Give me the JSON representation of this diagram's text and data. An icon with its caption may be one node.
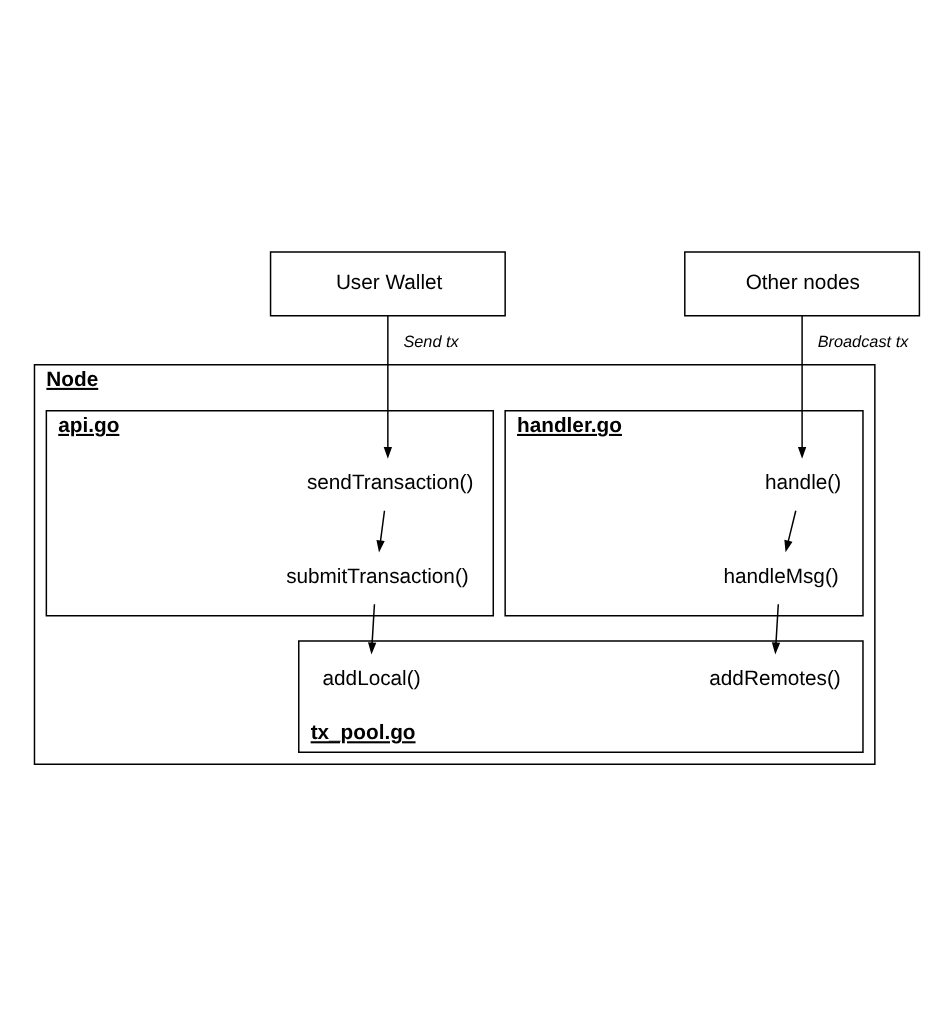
{
  "diagram": {
    "nodes": [
      {
        "text": [
          "User Wallet"
        ]
      },
      {
        "text": [
          "Other nodes"
        ]
      },
      {
        "text": [
          "Node"
        ]
      },
      {
        "text": [
          "api.go"
        ],
        "in": 2
      },
      {
        "text": [
          "sendTransaction()"
        ],
        "in": 3
      },
      {
        "text": [
          "submitTransaction()"
        ],
        "in": 3
      },
      {
        "text": [
          "handler.go"
        ],
        "in": 2
      },
      {
        "text": [
          "handle()"
        ],
        "in": 6
      },
      {
        "text": [
          "handleMsg()"
        ],
        "in": 6
      },
      {
        "text": [
          "tx_pool.go"
        ],
        "in": 2
      },
      {
        "text": [
          "addLocal()"
        ],
        "in": 9
      },
      {
        "text": [
          "addRemotes()"
        ],
        "in": 9
      }
    ],
    "edges": [
      {
        "from": 0,
        "to": 4,
        "arrow": "to",
        "label": "Send tx"
      },
      {
        "from": 1,
        "to": 7,
        "arrow": "to",
        "label": "Broadcast tx"
      },
      {
        "from": 4,
        "to": 5,
        "arrow": "to"
      },
      {
        "from": 7,
        "to": 8,
        "arrow": "to"
      },
      {
        "from": 5,
        "to": 10,
        "arrow": "to"
      },
      {
        "from": 8,
        "to": 11,
        "arrow": "to"
      }
    ]
  }
}
